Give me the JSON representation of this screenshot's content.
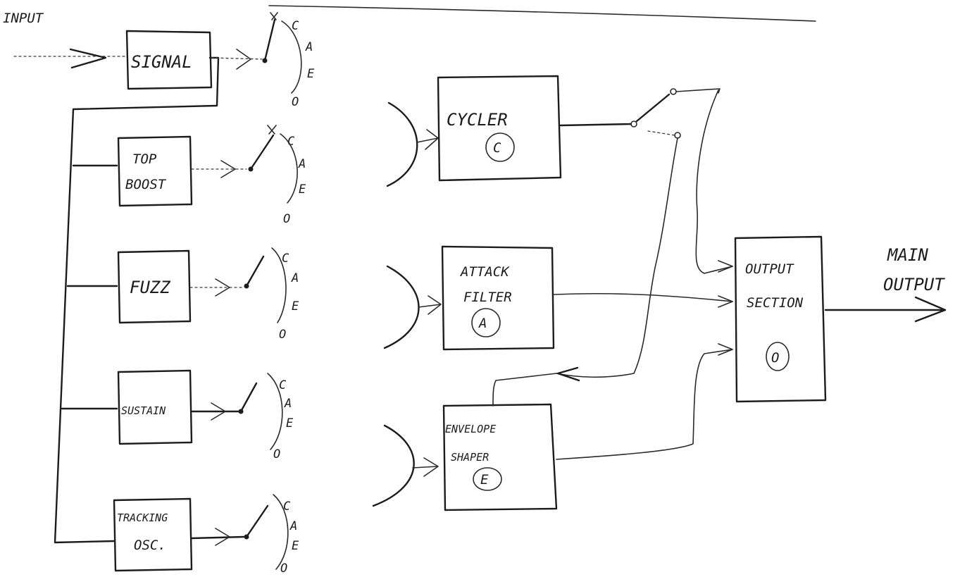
{
  "input_label": "INPUT",
  "main_output_label_line1": "MAIN",
  "main_output_label_line2": "OUTPUT",
  "selector_labels": [
    "C",
    "A",
    "E",
    "O"
  ],
  "input_blocks": [
    {
      "id": "signal",
      "lines": [
        "SIGNAL"
      ]
    },
    {
      "id": "top-boost",
      "lines": [
        "TOP",
        "BOOST"
      ]
    },
    {
      "id": "fuzz",
      "lines": [
        "FUZZ"
      ]
    },
    {
      "id": "sustain",
      "lines": [
        "SUSTAIN"
      ]
    },
    {
      "id": "tracking-osc",
      "lines": [
        "TRACKING",
        "OSC."
      ]
    }
  ],
  "processor_blocks": [
    {
      "id": "cycler",
      "lines": [
        "CYCLER"
      ],
      "code": "C"
    },
    {
      "id": "attack-filter",
      "lines": [
        "ATTACK",
        "FILTER"
      ],
      "code": "A"
    },
    {
      "id": "envelope-shaper",
      "lines": [
        "ENVELOPE",
        "SHAPER"
      ],
      "code": "E"
    }
  ],
  "output_block": {
    "lines": [
      "OUTPUT",
      "SECTION"
    ],
    "code": "O"
  }
}
